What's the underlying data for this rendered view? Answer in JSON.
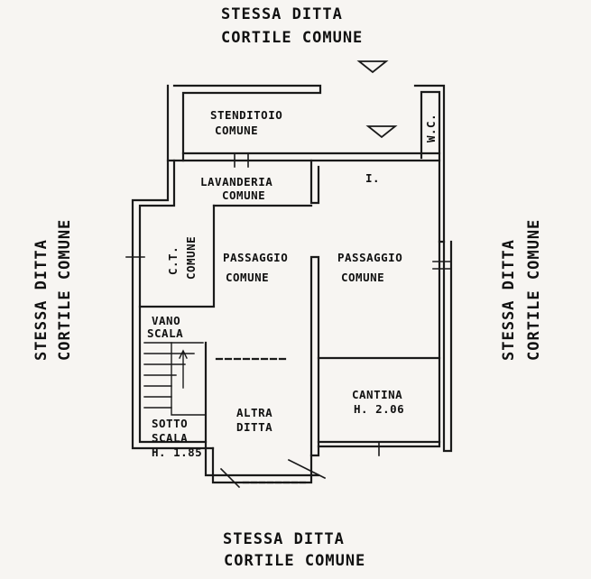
{
  "outer": {
    "top": {
      "line1": "STESSA DITTA",
      "line2": "CORTILE COMUNE"
    },
    "bottom": {
      "line1": "STESSA DITTA",
      "line2": "CORTILE COMUNE"
    },
    "left": {
      "line1": "STESSA DITTA",
      "line2": "CORTILE COMUNE"
    },
    "right": {
      "line1": "STESSA DITTA",
      "line2": "CORTILE COMUNE"
    }
  },
  "rooms": {
    "stenditoio": {
      "line1": "STENDITOIO",
      "line2": "COMUNE"
    },
    "wc": "W.C.",
    "floor_mark": "I.",
    "lavanderia": {
      "line1": "LAVANDERIA",
      "line2": "COMUNE"
    },
    "ct": {
      "line1": "C.T.",
      "line2": "COMUNE"
    },
    "passaggio_left": {
      "line1": "PASSAGGIO",
      "line2": "COMUNE"
    },
    "passaggio_right": {
      "line1": "PASSAGGIO",
      "line2": "COMUNE"
    },
    "vano_scala": {
      "line1": "VANO",
      "line2": "SCALA"
    },
    "altra_ditta": {
      "line1": "ALTRA",
      "line2": "DITTA"
    },
    "cantina": {
      "line1": "CANTINA",
      "line2": "H. 2.06"
    },
    "sotto_scala": {
      "line1": "SOTTO",
      "line2": "SCALA",
      "line3": "H. 1.85"
    }
  }
}
